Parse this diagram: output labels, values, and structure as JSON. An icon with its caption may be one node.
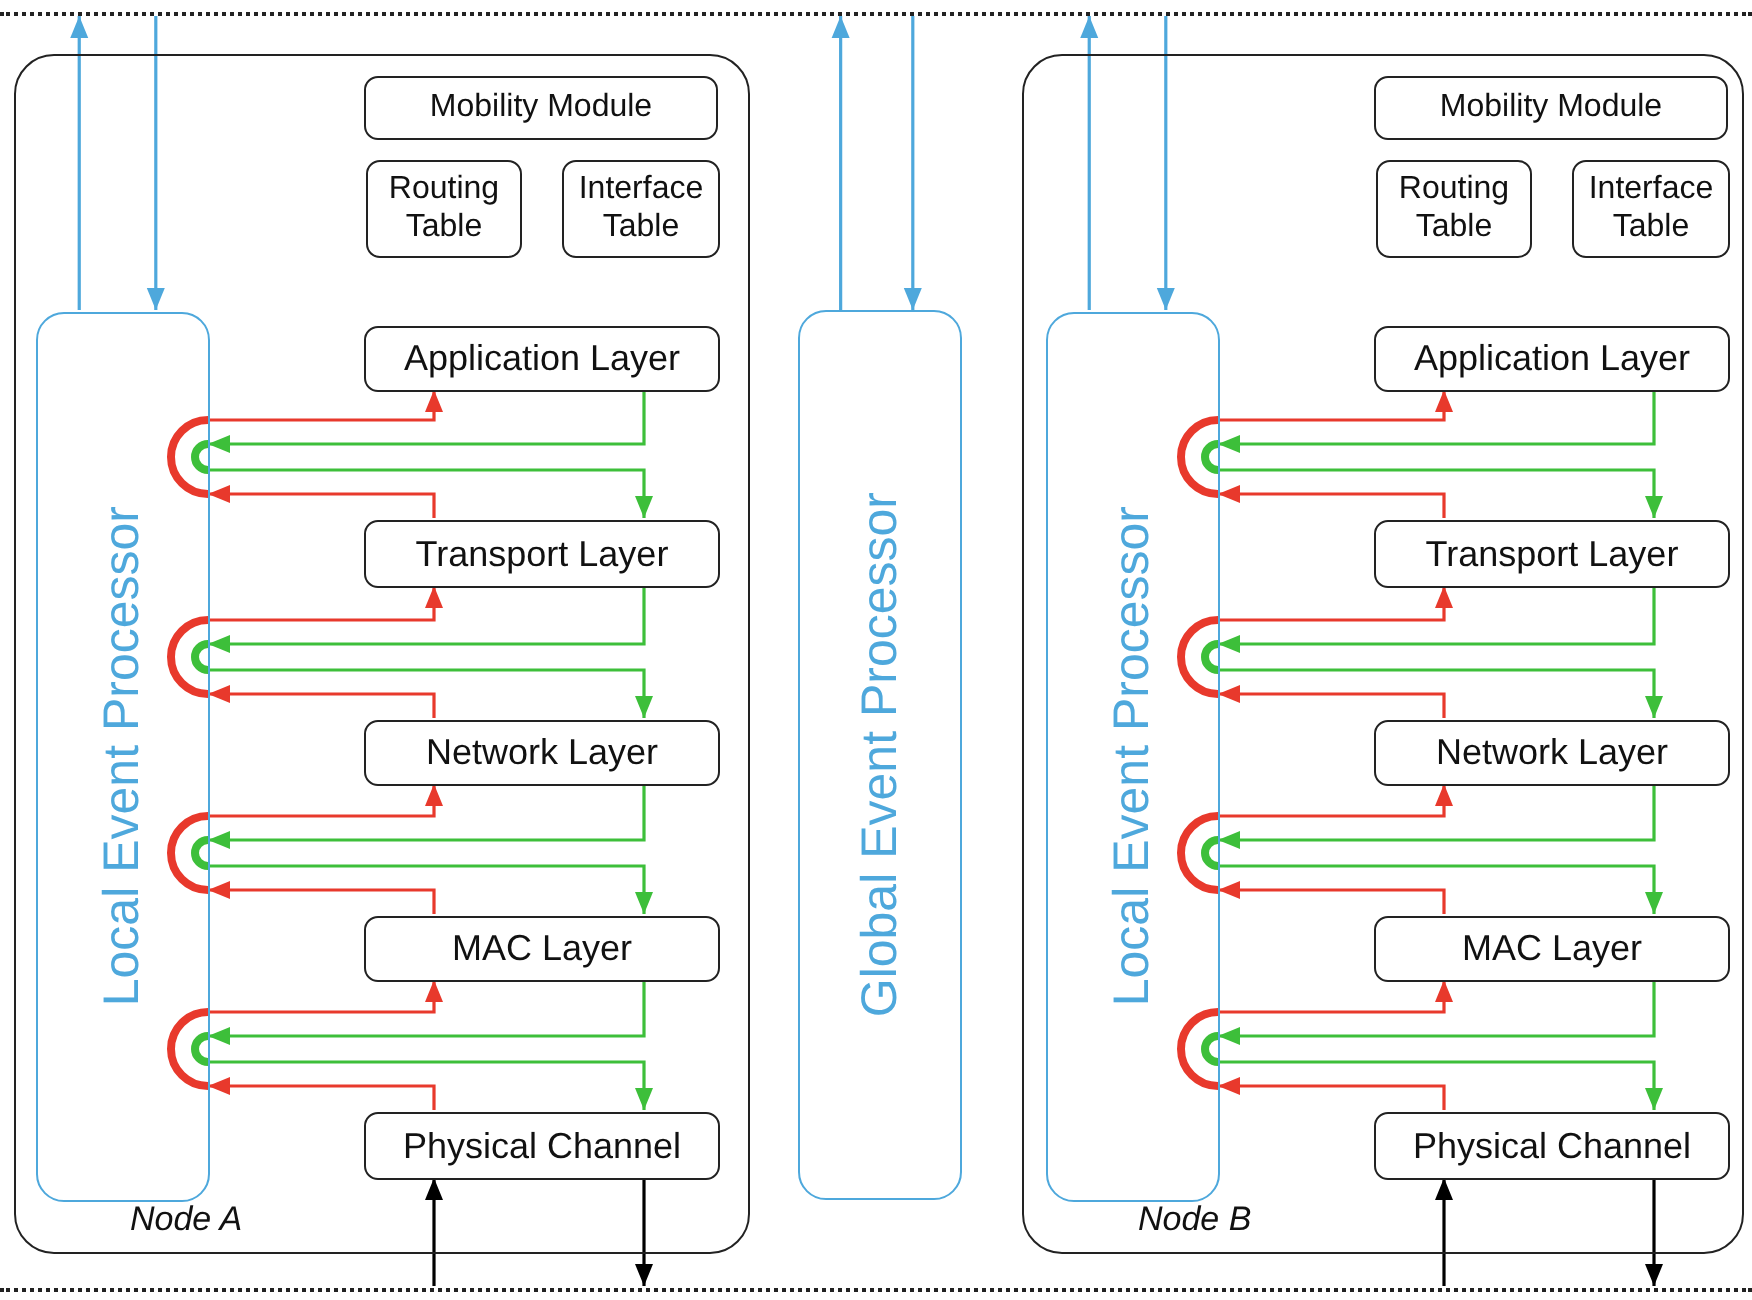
{
  "diagram": {
    "nodes": [
      {
        "text": [],
        "shape": "line"
      },
      {
        "text": [
          "Node A"
        ]
      },
      {
        "text": [
          "Mobility Module"
        ],
        "in": 1
      },
      {
        "text": [
          "Routing Table"
        ],
        "in": 1
      },
      {
        "text": [
          "Interface Table"
        ],
        "in": 1
      },
      {
        "text": [
          "Local Event Processor"
        ],
        "in": 1
      },
      {
        "text": [
          "Application Layer"
        ],
        "in": 1
      },
      {
        "text": [
          "Transport Layer"
        ],
        "in": 1
      },
      {
        "text": [
          "Network Layer"
        ],
        "in": 1
      },
      {
        "text": [
          "MAC Layer"
        ],
        "in": 1
      },
      {
        "text": [
          "Physical Channel"
        ],
        "in": 1
      },
      {
        "text": [
          "Global Event Processor"
        ]
      },
      {
        "text": [
          "Node B"
        ]
      },
      {
        "text": [
          "Mobility Module"
        ],
        "in": 12
      },
      {
        "text": [
          "Routing Table"
        ],
        "in": 12
      },
      {
        "text": [
          "Interface Table"
        ],
        "in": 12
      },
      {
        "text": [
          "Local Event Processor"
        ],
        "in": 12
      },
      {
        "text": [
          "Application Layer"
        ],
        "in": 12
      },
      {
        "text": [
          "Transport Layer"
        ],
        "in": 12
      },
      {
        "text": [
          "Network Layer"
        ],
        "in": 12
      },
      {
        "text": [
          "MAC Layer"
        ],
        "in": 12
      },
      {
        "text": [
          "Physical Channel"
        ],
        "in": 12
      },
      {
        "text": [],
        "shape": "line"
      }
    ],
    "edges": [
      {
        "from": 5,
        "to": 0,
        "arrow": "to",
        "color": "#4ea8dc"
      },
      {
        "from": 0,
        "to": 5,
        "arrow": "to",
        "color": "#4ea8dc"
      },
      {
        "from": 11,
        "to": 0,
        "arrow": "to",
        "color": "#4ea8dc"
      },
      {
        "from": 0,
        "to": 11,
        "arrow": "to",
        "color": "#4ea8dc"
      },
      {
        "from": 16,
        "to": 0,
        "arrow": "to",
        "color": "#4ea8dc"
      },
      {
        "from": 0,
        "to": 16,
        "arrow": "to",
        "color": "#4ea8dc"
      },
      {
        "from": 5,
        "to": 6,
        "arrow": "to",
        "color": "#e8392c"
      },
      {
        "from": 6,
        "to": 5,
        "arrow": "to",
        "color": "#3dbf3a"
      },
      {
        "from": 5,
        "to": 7,
        "arrow": "to",
        "color": "#3dbf3a"
      },
      {
        "from": 7,
        "to": 5,
        "arrow": "to",
        "color": "#e8392c"
      },
      {
        "from": 5,
        "to": 7,
        "arrow": "to",
        "color": "#e8392c"
      },
      {
        "from": 7,
        "to": 5,
        "arrow": "to",
        "color": "#3dbf3a"
      },
      {
        "from": 5,
        "to": 8,
        "arrow": "to",
        "color": "#3dbf3a"
      },
      {
        "from": 8,
        "to": 5,
        "arrow": "to",
        "color": "#e8392c"
      },
      {
        "from": 5,
        "to": 8,
        "arrow": "to",
        "color": "#e8392c"
      },
      {
        "from": 8,
        "to": 5,
        "arrow": "to",
        "color": "#3dbf3a"
      },
      {
        "from": 5,
        "to": 9,
        "arrow": "to",
        "color": "#3dbf3a"
      },
      {
        "from": 9,
        "to": 5,
        "arrow": "to",
        "color": "#e8392c"
      },
      {
        "from": 5,
        "to": 9,
        "arrow": "to",
        "color": "#e8392c"
      },
      {
        "from": 9,
        "to": 5,
        "arrow": "to",
        "color": "#3dbf3a"
      },
      {
        "from": 5,
        "to": 10,
        "arrow": "to",
        "color": "#3dbf3a"
      },
      {
        "from": 10,
        "to": 5,
        "arrow": "to",
        "color": "#e8392c"
      },
      {
        "from": 16,
        "to": 17,
        "arrow": "to",
        "color": "#e8392c"
      },
      {
        "from": 17,
        "to": 16,
        "arrow": "to",
        "color": "#3dbf3a"
      },
      {
        "from": 16,
        "to": 18,
        "arrow": "to",
        "color": "#3dbf3a"
      },
      {
        "from": 18,
        "to": 16,
        "arrow": "to",
        "color": "#e8392c"
      },
      {
        "from": 16,
        "to": 18,
        "arrow": "to",
        "color": "#e8392c"
      },
      {
        "from": 18,
        "to": 16,
        "arrow": "to",
        "color": "#3dbf3a"
      },
      {
        "from": 16,
        "to": 19,
        "arrow": "to",
        "color": "#3dbf3a"
      },
      {
        "from": 19,
        "to": 16,
        "arrow": "to",
        "color": "#e8392c"
      },
      {
        "from": 16,
        "to": 19,
        "arrow": "to",
        "color": "#e8392c"
      },
      {
        "from": 19,
        "to": 16,
        "arrow": "to",
        "color": "#3dbf3a"
      },
      {
        "from": 16,
        "to": 20,
        "arrow": "to",
        "color": "#3dbf3a"
      },
      {
        "from": 20,
        "to": 16,
        "arrow": "to",
        "color": "#e8392c"
      },
      {
        "from": 16,
        "to": 20,
        "arrow": "to",
        "color": "#e8392c"
      },
      {
        "from": 20,
        "to": 16,
        "arrow": "to",
        "color": "#3dbf3a"
      },
      {
        "from": 16,
        "to": 21,
        "arrow": "to",
        "color": "#3dbf3a"
      },
      {
        "from": 21,
        "to": 16,
        "arrow": "to",
        "color": "#e8392c"
      },
      {
        "from": 22,
        "to": 10,
        "arrow": "to",
        "color": "#000000"
      },
      {
        "from": 10,
        "to": 22,
        "arrow": "to",
        "color": "#000000"
      },
      {
        "from": 22,
        "to": 21,
        "arrow": "to",
        "color": "#000000"
      },
      {
        "from": 21,
        "to": 22,
        "arrow": "to",
        "color": "#000000"
      }
    ]
  }
}
